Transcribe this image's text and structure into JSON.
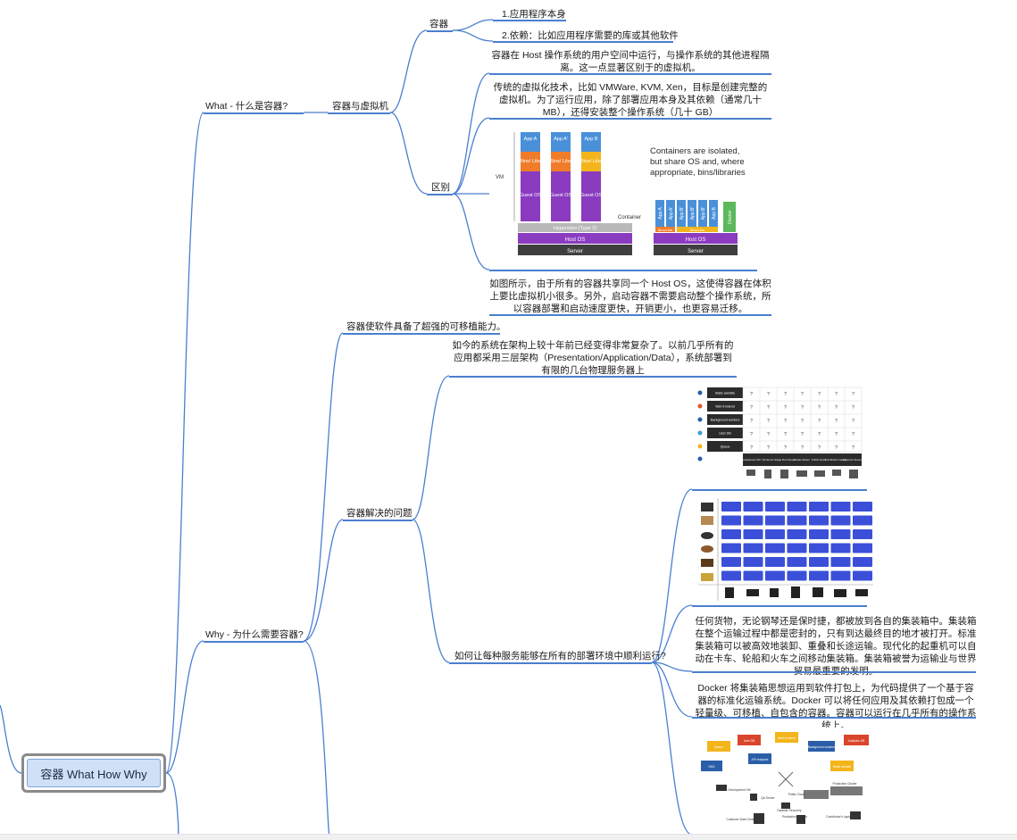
{
  "root": {
    "label": "容器 What How Why"
  },
  "what": {
    "label": "What - 什么是容器?",
    "container": {
      "label": "容器",
      "items": [
        "1.应用程序本身",
        "2.依赖：比如应用程序需要的库或其他软件"
      ]
    },
    "vm": {
      "label": "容器与虚拟机",
      "para1": "容器在 Host 操作系统的用户空间中运行，与操作系统的其他进程隔离。这一点显著区别于的虚拟机。",
      "para2": "传统的虚拟化技术，比如 VMWare, KVM, Xen，目标是创建完整的虚拟机。为了运行应用，除了部署应用本身及其依赖（通常几十 MB），还得安装整个操作系统（几十 GB）",
      "diff_label": "区别",
      "para3": "如图所示，由于所有的容器共享同一个 Host OS，这使得容器在体积上要比虚拟机小很多。另外，启动容器不需要启动整个操作系统，所以容器部署和启动速度更快，开销更小，也更容易迁移。"
    }
  },
  "why": {
    "label": "Why - 为什么需要容器?",
    "portable": "容器使软件具备了超强的可移植能力。",
    "problem_label": "容器解决的问题",
    "problem_para": "如今的系统在架构上较十年前已经变得非常复杂了。以前几乎所有的应用都采用三层架构（Presentation/Application/Data），系统部署到有限的几台物理服务器上",
    "howrun_label": "如何让每种服务能够在所有的部署环境中顺利运行?",
    "cargo_para": "任何货物，无论钢琴还是保时捷，都被放到各自的集装箱中。集装箱在整个运输过程中都是密封的，只有到达最终目的地才被打开。标准集装箱可以被高效地装卸、重叠和长途运输。现代化的起重机可以自动在卡车、轮船和火车之间移动集装箱。集装箱被誉为运输业与世界贸易最重要的发明。",
    "docker_para": "Docker 将集装箱思想运用到软件打包上，为代码提供了一个基于容器的标准化运输系统。Docker 可以将任何应用及其依赖打包成一个轻量级、可移植、自包含的容器。容器可以运行在几乎所有的操作系统上。"
  },
  "diagram_vm_container": {
    "apps": [
      "App A",
      "App A'",
      "App B"
    ],
    "bins": [
      "Bins/ Libs",
      "Bins/ Libs",
      "Bins/ Libs"
    ],
    "guest": [
      "Guest OS",
      "Guest OS",
      "Guest OS"
    ],
    "vm_label": "VM",
    "hypervisor": "Hypervisor (Type 2)",
    "host_os": "Host OS",
    "server": "Server",
    "caption": [
      "Containers are isolated,",
      "but share OS and, where",
      "appropriate, bins/libraries"
    ],
    "container_label": "Container",
    "container_apps": [
      "App A",
      "App A'",
      "App B'",
      "App B'",
      "App B'",
      "App B"
    ],
    "docker": "Docker",
    "bins_small": [
      "Bins/Libs",
      "Bins/Libs"
    ],
    "colors": {
      "app": "#4a90d9",
      "bins": "#f07c2a",
      "bins_yellow": "#f3b51b",
      "guest": "#8a3bbf",
      "hyper": "#b9b9b9",
      "host": "#8a3bbf",
      "server": "#3f3f3f",
      "docker": "#5cb85c"
    }
  },
  "diagram_matrix": {
    "rows": [
      "Static website",
      "Web frontend",
      "Background workers",
      "User DB",
      "Queue"
    ],
    "cols": [
      "Development VM",
      "QA Server",
      "Single Prod Server",
      "Onsite Cluster",
      "Public Cloud",
      "Contributor's laptop",
      "Customer Servers"
    ],
    "cell": "?"
  },
  "diagram_network": {
    "tags": [
      "Queue",
      "User DB",
      "Web frontend",
      "Background workers",
      "Analytics DB",
      "DNS",
      "API endpoint",
      "Static website"
    ],
    "places": [
      "Development VM",
      "QA Server",
      "Public Cloud",
      "Production Cluster",
      "Disaster Recovery",
      "Customer Data Center",
      "Production Servers",
      "Contributor's Laptop"
    ]
  }
}
